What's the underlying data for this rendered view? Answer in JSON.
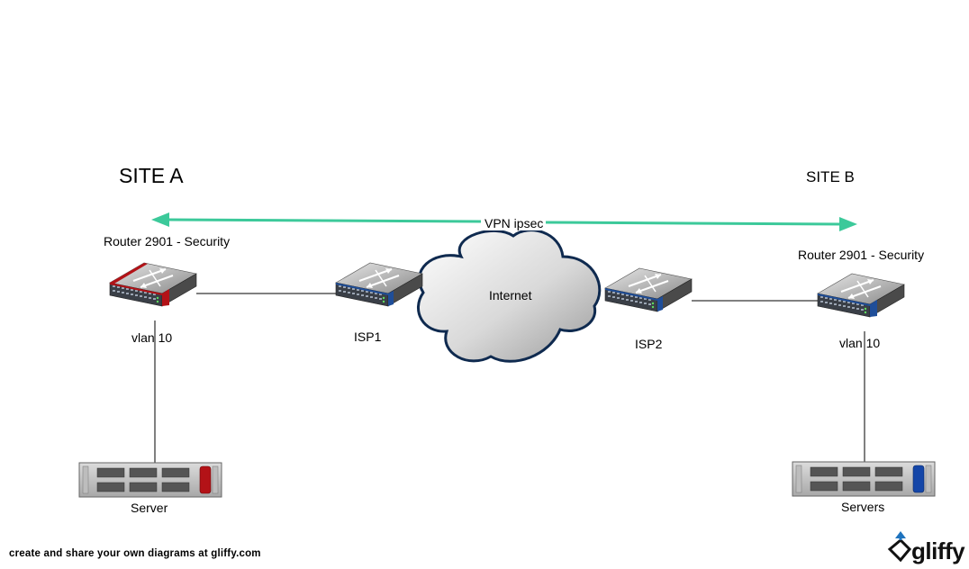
{
  "sites": {
    "a": "SITE A",
    "b": "SITE B"
  },
  "vpn_label": "VPN ipsec",
  "nodes": {
    "router_a": {
      "label": "Router 2901 - Security",
      "vlan": "vlan 10",
      "accent": "#b31217"
    },
    "isp1": {
      "label": "ISP1",
      "accent": "#1f4e99"
    },
    "internet": {
      "label": "Internet"
    },
    "isp2": {
      "label": "ISP2",
      "accent": "#1f4e99"
    },
    "router_b": {
      "label": "Router 2901 - Security",
      "vlan": "vlan 10",
      "accent": "#1f4e99"
    },
    "server_a": {
      "label": "Server",
      "accent": "#b31217"
    },
    "server_b": {
      "label": "Servers",
      "accent": "#1446a8"
    }
  },
  "colors": {
    "vpn_arrow": "#3cc99a",
    "cloud_outline": "#0f2a4f"
  },
  "footer": {
    "text": "create and share your own diagrams at gliffy.com",
    "brand": "gliffy",
    "logo_icon": "gliffy-logo-icon"
  }
}
